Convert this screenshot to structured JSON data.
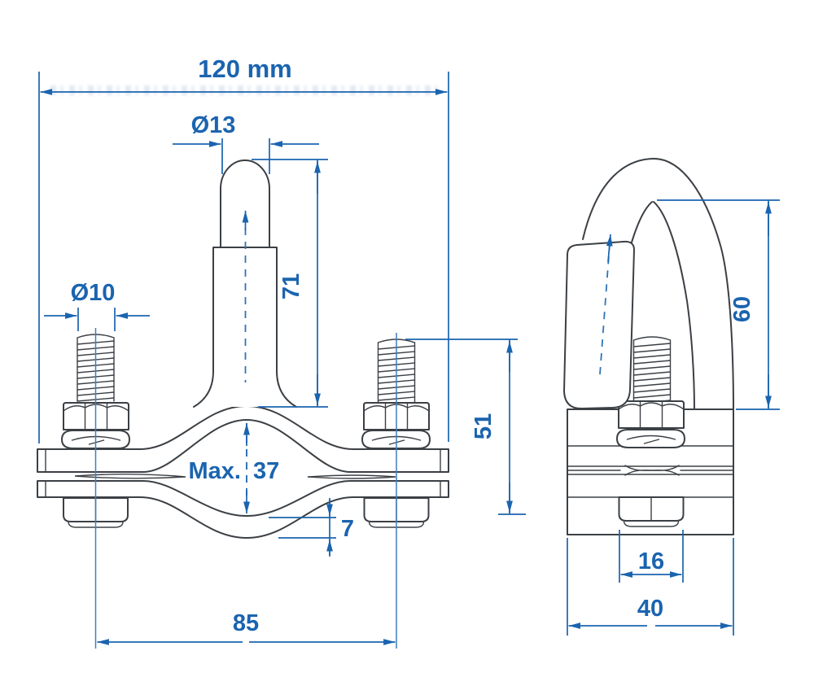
{
  "meta": {
    "drawing_type": "technical dimension drawing",
    "subject": "antenna pole clamp bracket with bent U-rod, front and side views",
    "colors": {
      "dimension_blue": "#1b64af",
      "outline_gray": "#3b4045",
      "background": "#ffffff"
    }
  },
  "views": {
    "front": {
      "name": "front view"
    },
    "side": {
      "name": "side view"
    }
  },
  "dimensions": {
    "overall_width": "120 mm",
    "rod_diameter": "Ø13",
    "bolt_diameter": "Ø10",
    "rod_height": "71",
    "clamp_height": "51",
    "max_clamp_prefix": "Max.",
    "max_clamp_value": "37",
    "plate_thickness": "7",
    "bolt_spacing": "85",
    "hook_height": "60",
    "nut_width": "16",
    "body_depth": "40"
  }
}
